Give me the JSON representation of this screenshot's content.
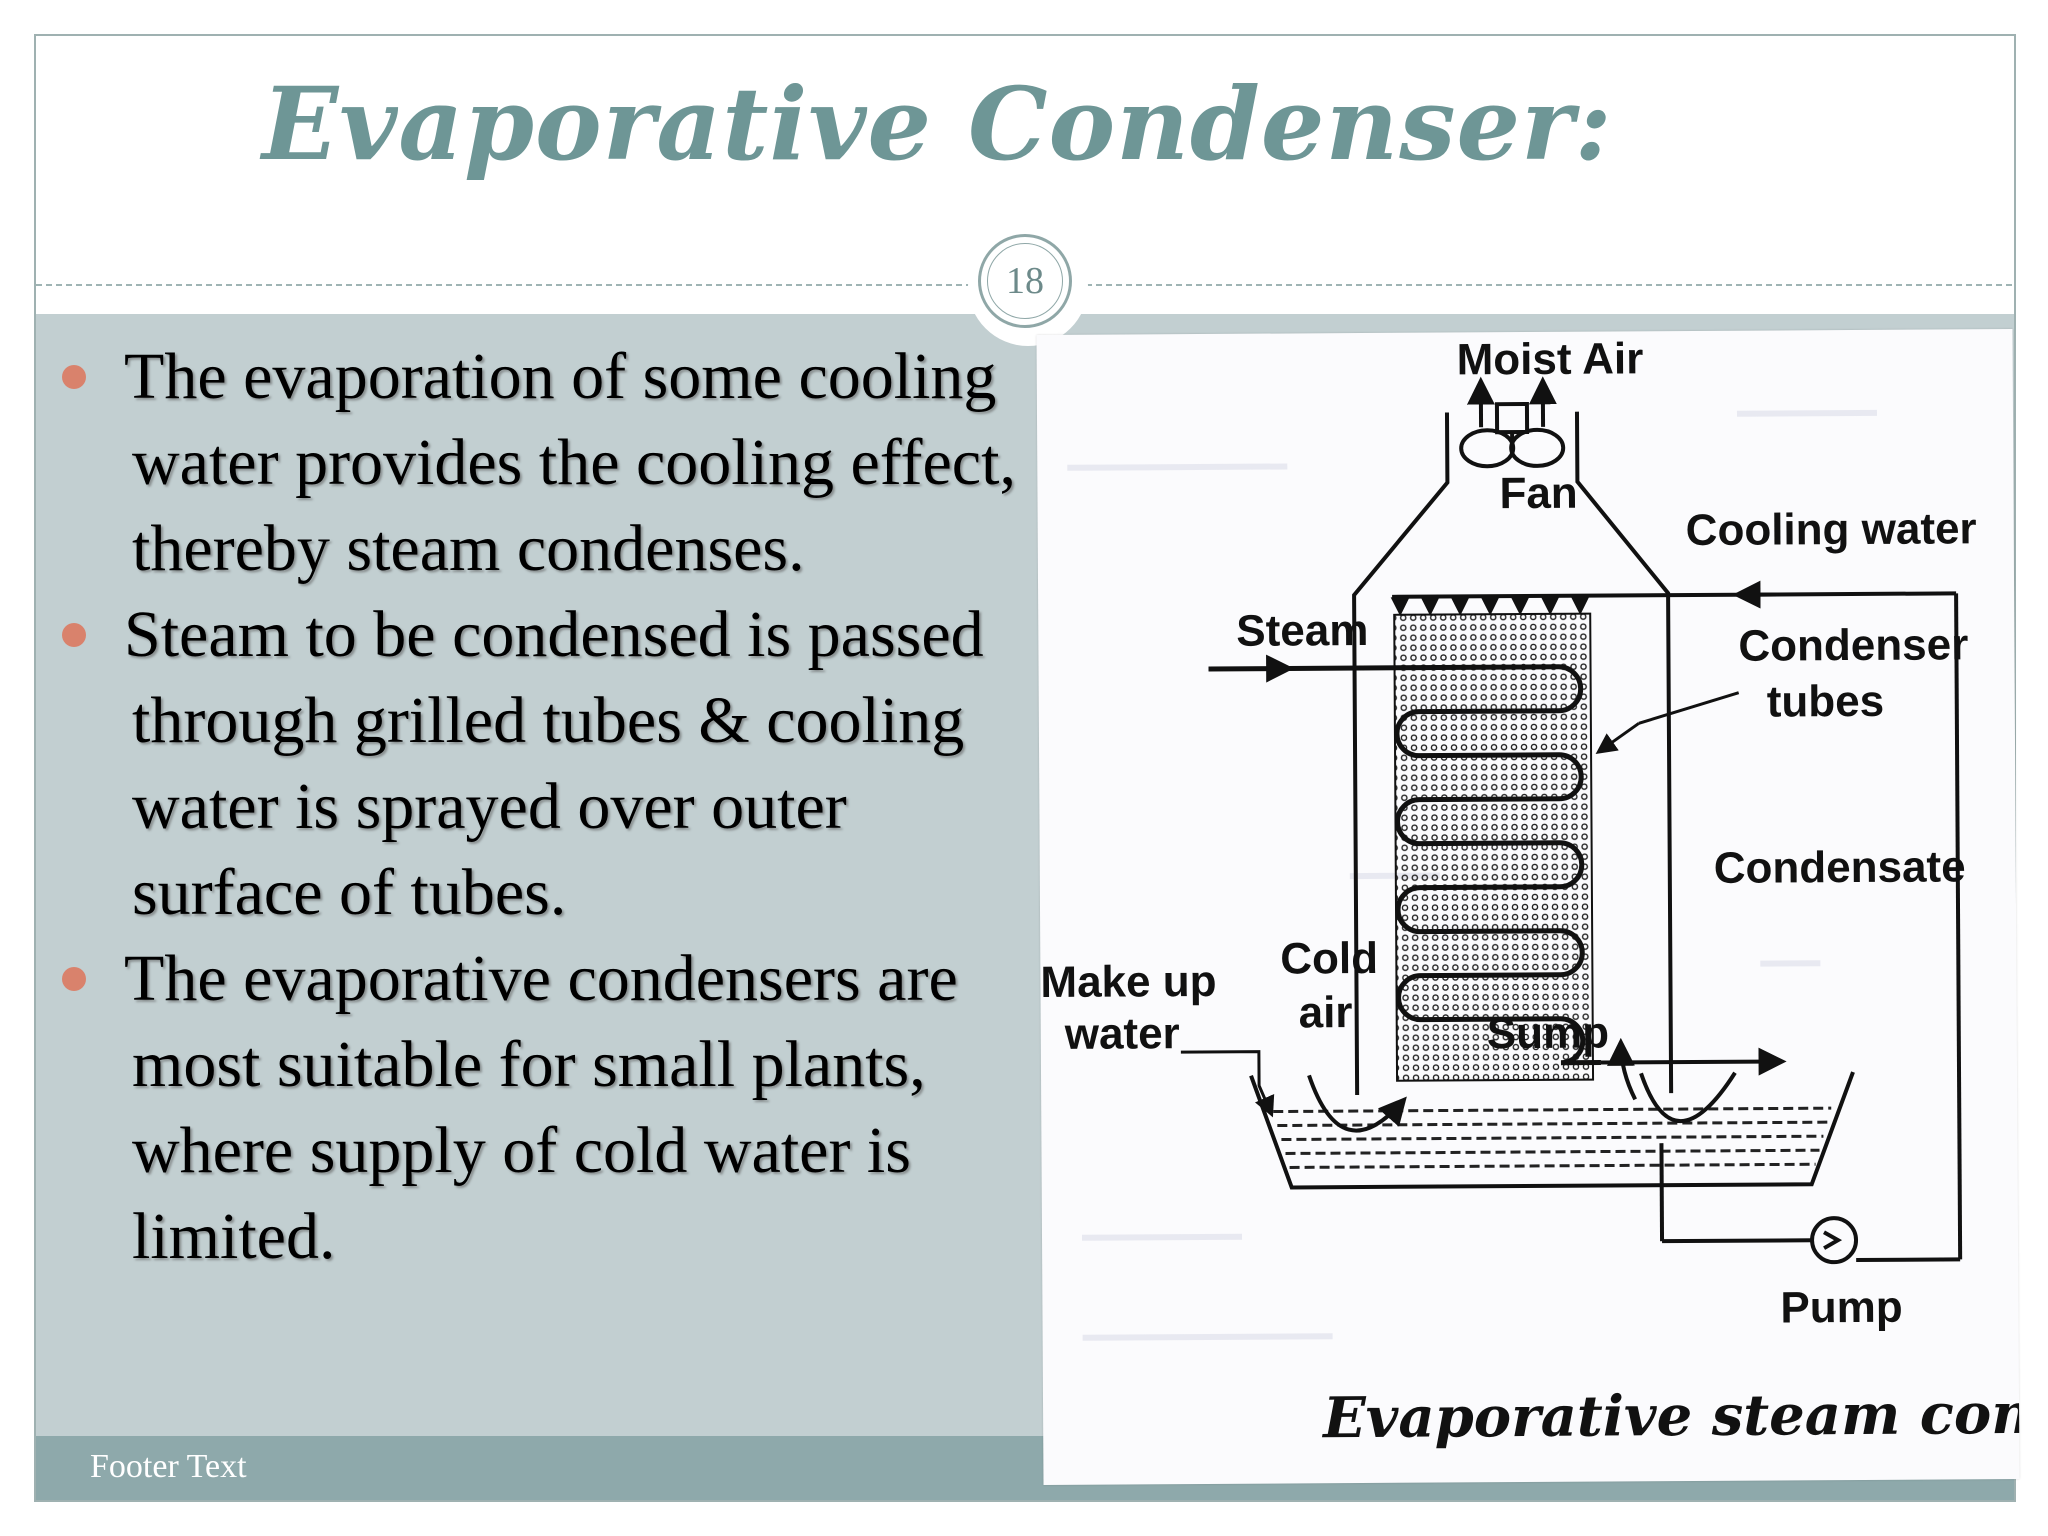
{
  "slide": {
    "title": "Evaporative Condenser:",
    "number": "18",
    "footer": "Footer Text"
  },
  "bullets": [
    "The evaporation of some cooling water provides the cooling effect, thereby steam condenses.",
    "Steam to be condensed is passed through grilled tubes & cooling water is sprayed over outer surface of tubes.",
    "The evaporative condensers are most suitable for small plants, where supply of cold water is limited."
  ],
  "diagram": {
    "labels": {
      "moist_air": "Moist Air",
      "fan": "Fan",
      "cooling_water": "Cooling water",
      "steam": "Steam",
      "condenser": "Condenser",
      "tubes": "tubes",
      "condensate": "Condensate",
      "cold": "Cold",
      "air": "air",
      "make_up": "Make up",
      "water": "water",
      "sump": "Sump",
      "pump": "Pump"
    },
    "caption": "Evaporative steam condenser"
  },
  "colors": {
    "title": "#6e9696",
    "panel": "#c2cfd1",
    "bullet": "#d9826c",
    "footer_bar": "#8ea9ab"
  }
}
